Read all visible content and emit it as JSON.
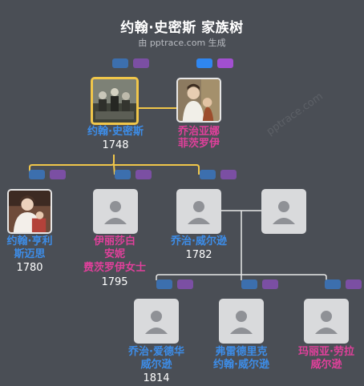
{
  "header": {
    "title": "约翰·史密斯 家族树",
    "subtitle": "由 pptrace.com 生成",
    "watermark": "pptrace.com"
  },
  "colors": {
    "background": "#4a4e55",
    "male_name": "#3d8de8",
    "female_name": "#e0409b",
    "connector": "#f0c64a",
    "selected_border": "#f0c64a"
  },
  "people": {
    "john_smith": {
      "name": "约翰·史密斯",
      "year": "1748"
    },
    "georgiana": {
      "name_line1": "乔治亚娜",
      "name_line2": "菲茨罗伊"
    },
    "john_henry": {
      "name_line1": "约翰·亨利",
      "name_line2": "斯迈思",
      "year": "1780"
    },
    "elizabeth": {
      "name_line1": "伊丽莎白",
      "name_line2": "安妮",
      "name_line3": "费茨罗伊女士",
      "year": "1795"
    },
    "george_wilson": {
      "name": "乔治·威尔逊",
      "year": "1782"
    },
    "george_edward": {
      "name_line1": "乔治·爱德华",
      "name_line2": "威尔逊",
      "year": "1814"
    },
    "frederick": {
      "name_line1": "弗雷德里克",
      "name_line2": "约翰·威尔逊"
    },
    "maria_laura": {
      "name_line1": "玛丽亚·劳拉",
      "name_line2": "威尔逊"
    }
  }
}
